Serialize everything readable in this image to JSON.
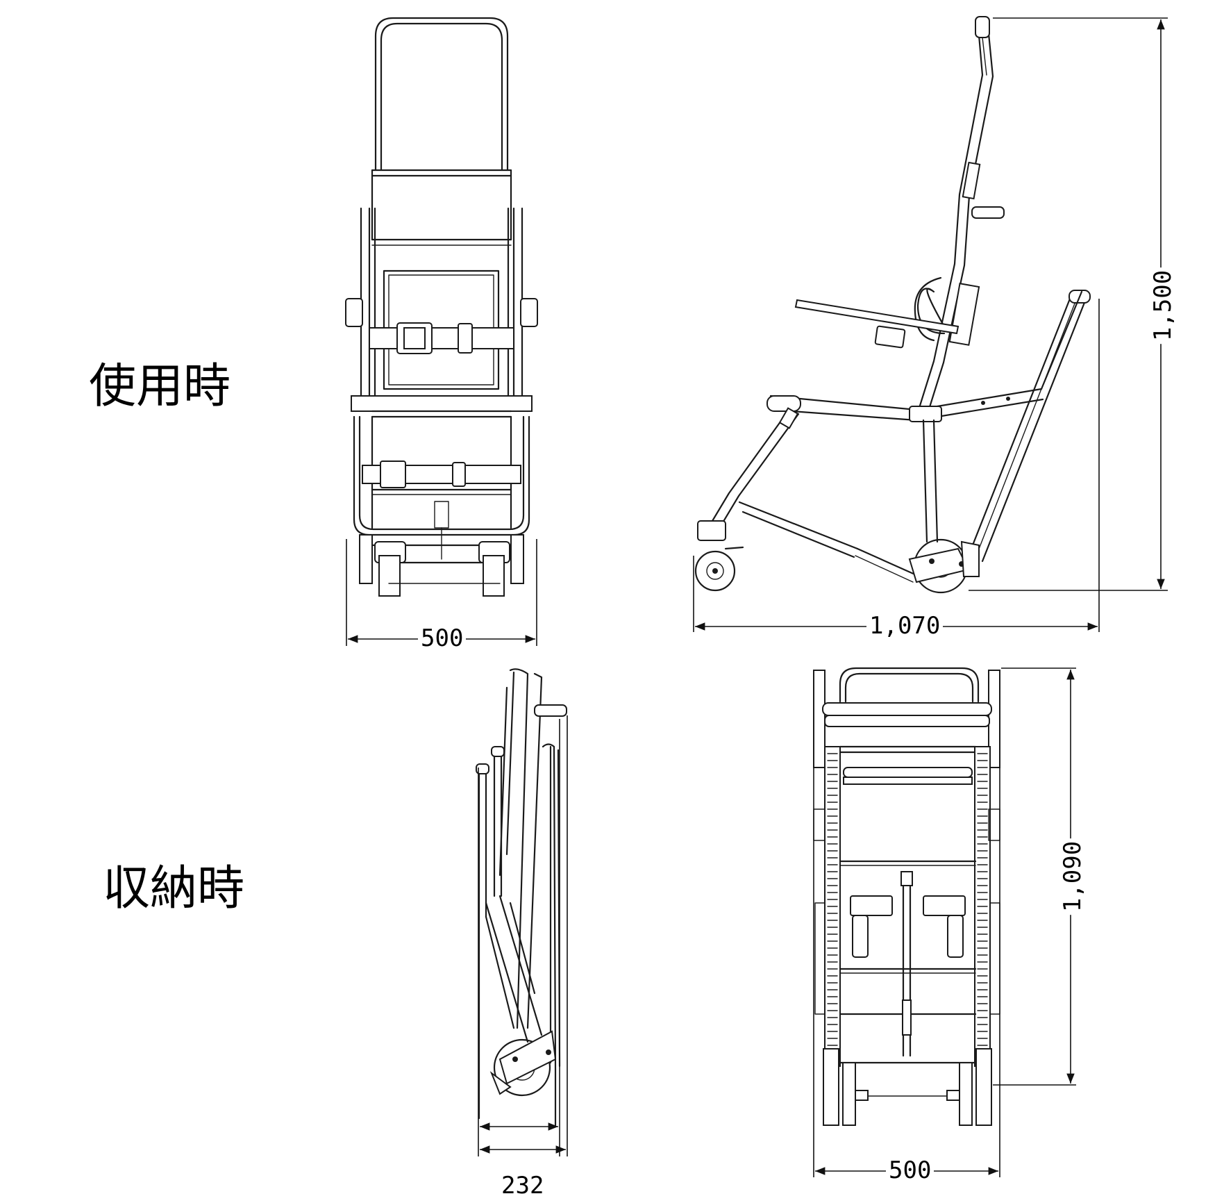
{
  "labels": {
    "in_use": "使用時",
    "stored": "収納時"
  },
  "dimensions": {
    "use_front_width": "500",
    "use_side_length": "1,070",
    "use_side_height": "1,500",
    "stored_side_depth": "232",
    "stored_front_width": "500",
    "stored_front_height": "1,090"
  }
}
